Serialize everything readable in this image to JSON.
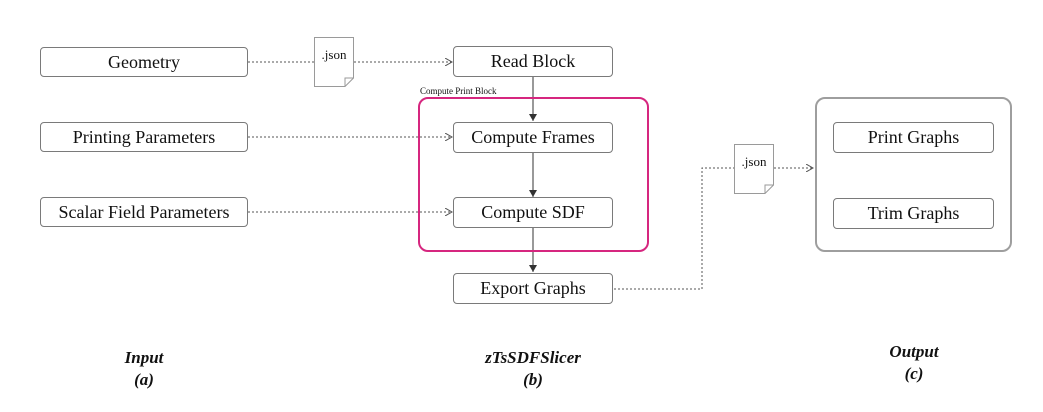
{
  "colors": {
    "group_border": "#d6267f",
    "output_border": "#9e9e9e",
    "box_border": "#7a7a7a",
    "connector": "#555555"
  },
  "input": {
    "geometry": "Geometry",
    "printing_parameters": "Printing Parameters",
    "scalar_field_parameters": "Scalar Field Parameters",
    "caption": "Input",
    "caption_tag": "(a)"
  },
  "slicer": {
    "read_block": "Read Block",
    "group_label": "Compute Print Block",
    "compute_frames": "Compute Frames",
    "compute_sdf": "Compute SDF",
    "export_graphs": "Export Graphs",
    "caption": "zTsSDFSlicer",
    "caption_tag": "(b)"
  },
  "files": {
    "input_json": ".json",
    "output_json": ".json"
  },
  "output": {
    "print_graphs": "Print Graphs",
    "trim_graphs": "Trim Graphs",
    "caption": "Output",
    "caption_tag": "(c)"
  }
}
